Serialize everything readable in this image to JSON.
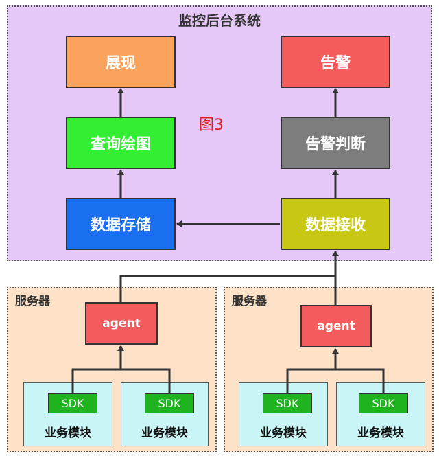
{
  "system": {
    "title": "监控后台系统",
    "figure_label": "图3",
    "nodes": {
      "display": "展现",
      "alarm": "告警",
      "query_draw": "查询绘图",
      "alarm_judge": "告警判断",
      "data_storage": "数据存储",
      "data_receive": "数据接收"
    }
  },
  "servers": [
    {
      "title": "服务器",
      "agent": "agent",
      "modules": [
        {
          "sdk": "SDK",
          "label": "业务模块"
        },
        {
          "sdk": "SDK",
          "label": "业务模块"
        }
      ]
    },
    {
      "title": "服务器",
      "agent": "agent",
      "modules": [
        {
          "sdk": "SDK",
          "label": "业务模块"
        },
        {
          "sdk": "SDK",
          "label": "业务模块"
        }
      ]
    }
  ],
  "colors": {
    "display": "#f9a35c",
    "alarm": "#f45b5b",
    "query_draw": "#33ee33",
    "alarm_judge": "#7d7d7d",
    "data_storage": "#1a6ef0",
    "data_receive": "#c8c814",
    "agent": "#f25c5c",
    "sdk": "#1fb31f"
  }
}
